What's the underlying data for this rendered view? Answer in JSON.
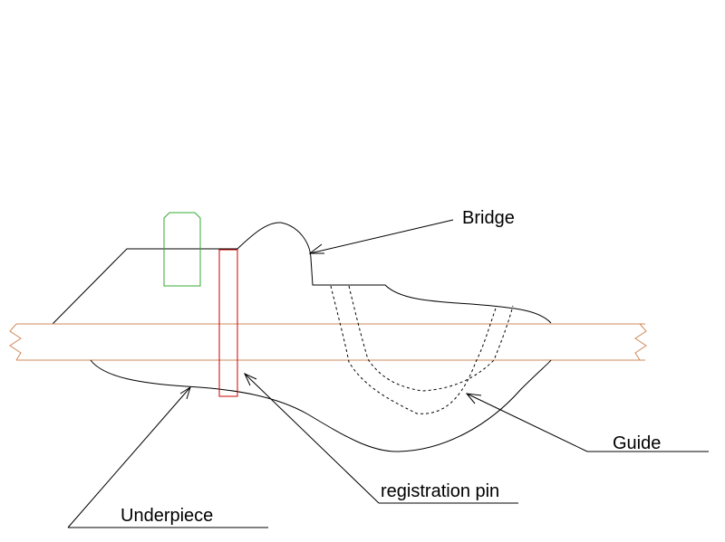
{
  "labels": {
    "bridge": "Bridge",
    "guide": "Guide",
    "registration_pin": "registration pin",
    "underpiece": "Underpiece"
  },
  "colors": {
    "outline": "#000000",
    "board": "#d08a5a",
    "pin": "#cc0000",
    "block": "#33aa33",
    "background": "#ffffff"
  }
}
